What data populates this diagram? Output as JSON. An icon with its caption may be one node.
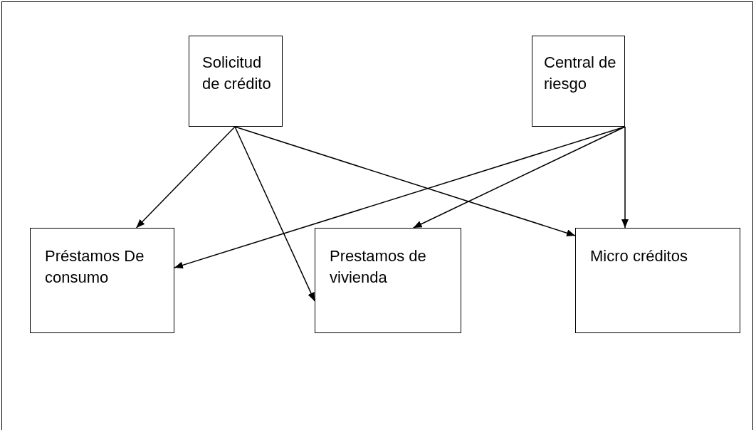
{
  "diagram": {
    "nodes": [
      {
        "text": [
          "Solicitud de crédito"
        ]
      },
      {
        "text": [
          "Central de riesgo"
        ]
      },
      {
        "text": [
          "Préstamos De consumo"
        ]
      },
      {
        "text": [
          "Prestamos de vivienda"
        ]
      },
      {
        "text": [
          "Micro créditos"
        ]
      }
    ],
    "edges": [
      {
        "from": 0,
        "to": 2,
        "arrow": "to"
      },
      {
        "from": 0,
        "to": 3,
        "arrow": "to"
      },
      {
        "from": 0,
        "to": 4,
        "arrow": "to"
      },
      {
        "from": 1,
        "to": 2,
        "arrow": "to"
      },
      {
        "from": 1,
        "to": 3,
        "arrow": "to"
      },
      {
        "from": 1,
        "to": 4,
        "arrow": "to"
      }
    ]
  }
}
